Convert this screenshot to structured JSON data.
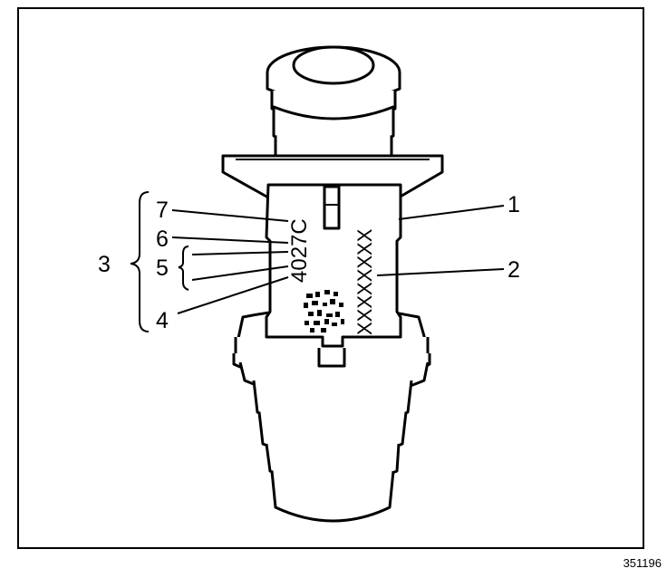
{
  "figure_number": "351196",
  "label_code": "4027C",
  "serial_mask": "XXXXXXXX",
  "callouts": {
    "c1": "1",
    "c2": "2",
    "c3": "3",
    "c4": "4",
    "c5": "5",
    "c6": "6",
    "c7": "7"
  },
  "colors": {
    "line": "#000000",
    "background": "#ffffff"
  },
  "icons": [
    "fuel-injector-illustration",
    "barcode-matrix"
  ]
}
